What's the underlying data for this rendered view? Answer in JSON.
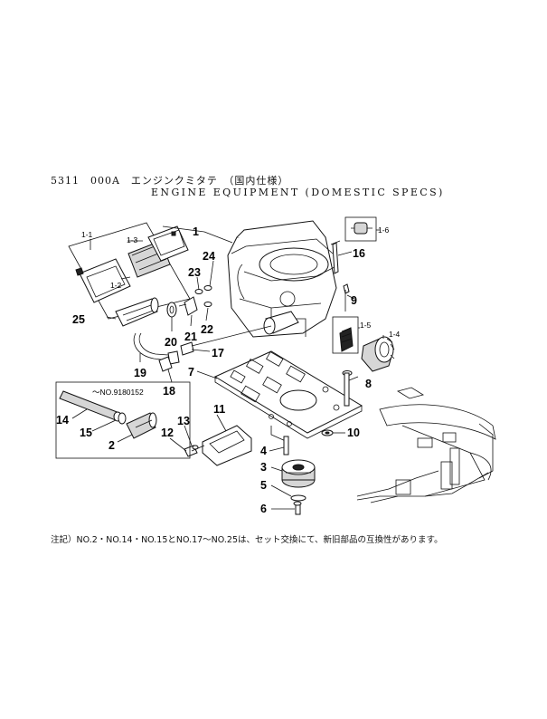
{
  "header": {
    "code_line": "5311　000A　エンジンクミタテ　（国内仕様）",
    "title_en": "ENGINE EQUIPMENT (DOMESTIC SPECS)"
  },
  "callouts": {
    "p1": "1",
    "p1_1": "1-1",
    "p1_2": "1-2",
    "p1_3": "1-3",
    "p1_4": "1-4",
    "p1_5": "1-5",
    "p1_6": "1-6",
    "p2": "2",
    "p3": "3",
    "p4": "4",
    "p5": "5",
    "p6": "6",
    "p7": "7",
    "p8": "8",
    "p9": "9",
    "p10": "10",
    "p11": "11",
    "p12": "12",
    "p13": "13",
    "p14": "14",
    "p15": "15",
    "p16": "16",
    "p17": "17",
    "p18": "18",
    "p19": "19",
    "p20": "20",
    "p21": "21",
    "p22": "22",
    "p23": "23",
    "p24": "24",
    "p25": "25",
    "ref_number": "～NO.9180152"
  },
  "footnote": "注記）NO.2・NO.14・NO.15とNO.17～NO.25は、セット交換にて、新旧部品の互換性があります。"
}
